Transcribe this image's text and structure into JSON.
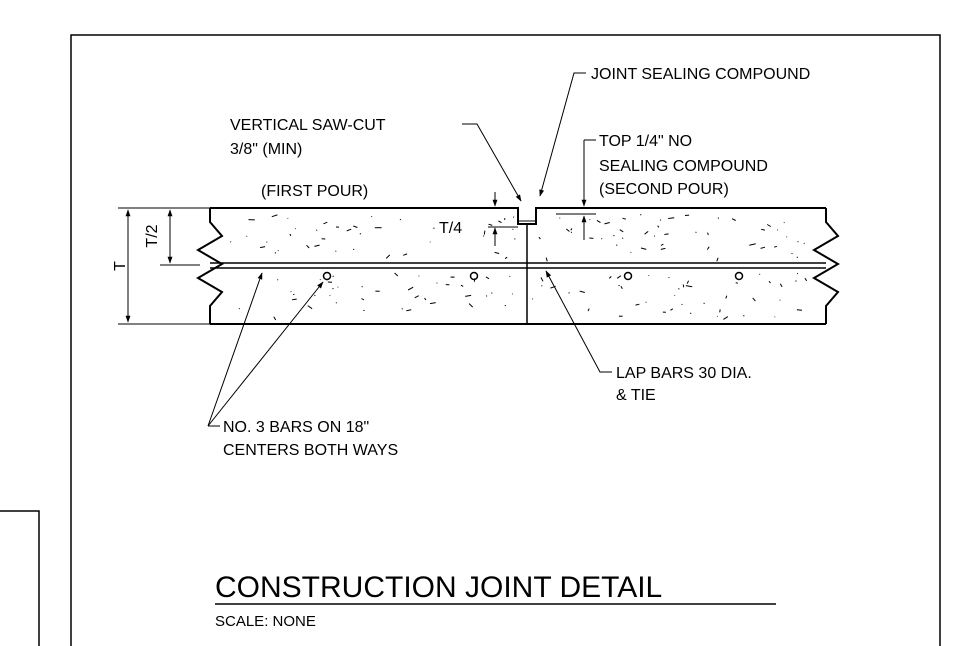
{
  "labels": {
    "joint_sealing_compound": "JOINT SEALING COMPOUND",
    "vertical_saw_cut_1": "VERTICAL SAW-CUT",
    "vertical_saw_cut_2": "3/8\" (MIN)",
    "top_note_1": "TOP 1/4\" NO",
    "top_note_2": "SEALING COMPOUND",
    "first_pour": "(FIRST POUR)",
    "second_pour": "(SECOND POUR)",
    "t_quarter": "T/4",
    "t_half": "T/2",
    "t": "T",
    "lap_bars_1": "LAP BARS 30 DIA.",
    "lap_bars_2": "& TIE",
    "bars_1": "NO. 3 BARS ON 18\"",
    "bars_2": "CENTERS BOTH WAYS"
  },
  "title": {
    "main": "CONSTRUCTION JOINT DETAIL",
    "scale": "SCALE: NONE"
  }
}
